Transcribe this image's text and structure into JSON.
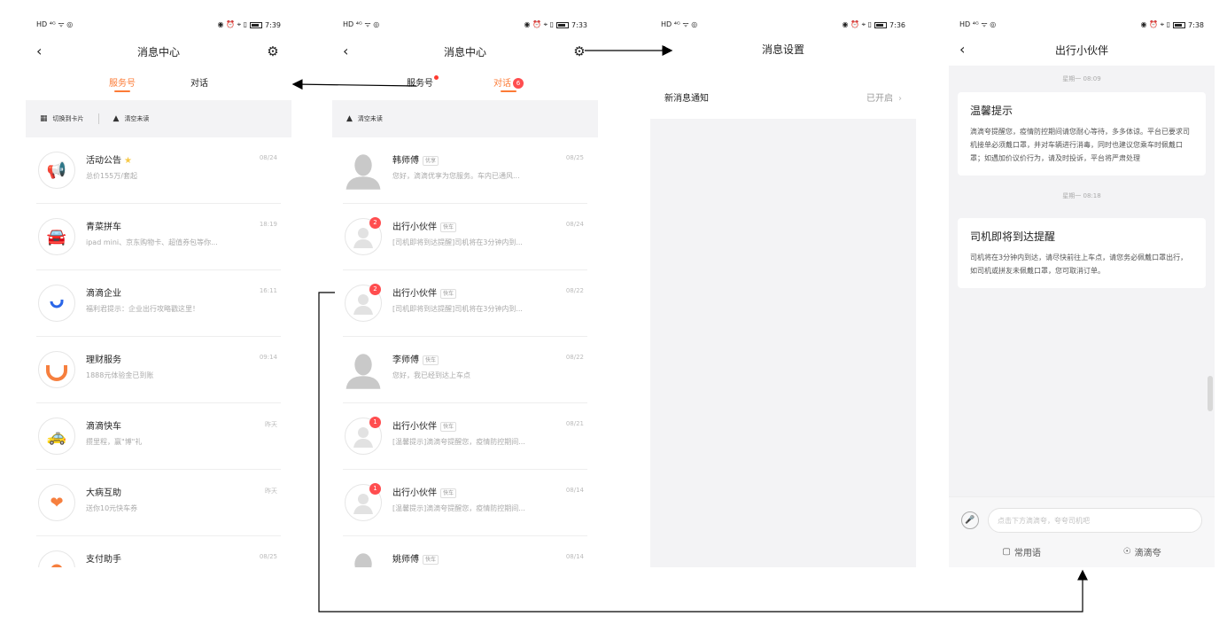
{
  "status": {
    "left_icons": "HD ⁴ᴳ ᯤ ◎",
    "right_icons": "◉ ⏰ ⌖ ▯",
    "times": [
      "7:39",
      "7:33",
      "7:36",
      "7:38"
    ]
  },
  "screen1": {
    "title": "消息中心",
    "tabs": [
      {
        "label": "服务号"
      },
      {
        "label": "对话"
      }
    ],
    "toolbar": {
      "switch_label": "切换到卡片",
      "clear_label": "清空未读"
    },
    "items": [
      {
        "title": "活动公告",
        "sub": "总价155万/套起",
        "time": "08/24"
      },
      {
        "title": "青菜拼车",
        "sub": "ipad mini、京东购物卡、超值券包等你...",
        "time": "18:19"
      },
      {
        "title": "滴滴企业",
        "sub": "福利君提示：企业出行攻略戳这里！",
        "time": "16:11"
      },
      {
        "title": "理财服务",
        "sub": "1888元体验金已到账",
        "time": "09:14"
      },
      {
        "title": "滴滴快车",
        "sub": "攒里程，赢\"博\"礼",
        "time": "昨天"
      },
      {
        "title": "大病互助",
        "sub": "送你10元快车券",
        "time": "昨天"
      },
      {
        "title": "支付助手",
        "sub": "",
        "time": "08/25"
      }
    ]
  },
  "screen2": {
    "title": "消息中心",
    "tabs": [
      {
        "label": "服务号"
      },
      {
        "label": "对话",
        "badge": "6"
      }
    ],
    "toolbar": {
      "clear_label": "清空未读"
    },
    "items": [
      {
        "title": "韩师傅",
        "tag": "优享",
        "sub": "您好，滴滴优享为您服务。车内已通风...",
        "time": "08/25"
      },
      {
        "title": "出行小伙伴",
        "tag": "快车",
        "sub": "[司机即将到达提醒]司机将在3分钟内到...",
        "time": "08/24",
        "unread": "2"
      },
      {
        "title": "出行小伙伴",
        "tag": "快车",
        "sub": "[司机即将到达提醒]司机将在3分钟内到...",
        "time": "08/22",
        "unread": "2"
      },
      {
        "title": "李师傅",
        "tag": "快车",
        "sub": "您好，我已经到达上车点",
        "time": "08/22"
      },
      {
        "title": "出行小伙伴",
        "tag": "快车",
        "sub": "[温馨提示]滴滴夸提醒您，疫情防控期间...",
        "time": "08/21",
        "unread": "1"
      },
      {
        "title": "出行小伙伴",
        "tag": "快车",
        "sub": "[温馨提示]滴滴夸提醒您，疫情防控期间...",
        "time": "08/14",
        "unread": "1"
      },
      {
        "title": "姚师傅",
        "tag": "快车",
        "sub": "",
        "time": "08/14"
      }
    ]
  },
  "screen3": {
    "title": "消息设置",
    "row_label": "新消息通知",
    "row_value": "已开启"
  },
  "screen4": {
    "title": "出行小伙伴",
    "msgs": [
      {
        "time": "星期一 08:09",
        "title": "温馨提示",
        "body": "滴滴夸提醒您，疫情防控期间请您耐心等待，多多体谅。平台已要求司机接单必须戴口罩，并对车辆进行消毒，同时也建议您乘车时佩戴口罩；如遇加价议价行为，请及时投诉，平台将严肃处理"
      },
      {
        "time": "星期一 08:18",
        "title": "司机即将到达提醒",
        "body": "司机将在3分钟内到达，请尽快前往上车点，请您务必佩戴口罩出行，如司机或拼友未佩戴口罩，您可取消订单。"
      }
    ],
    "input_placeholder": "点击下方滴滴夸，夸夸司机吧",
    "action_phrases": "常用语",
    "action_praise": "滴滴夸"
  },
  "icons": {
    "back": "chevron-left-icon",
    "settings": "gear-icon"
  },
  "colors": {
    "accent": "#fc7b36",
    "badge": "#ff4d4f",
    "background_gray": "#f3f3f5"
  }
}
